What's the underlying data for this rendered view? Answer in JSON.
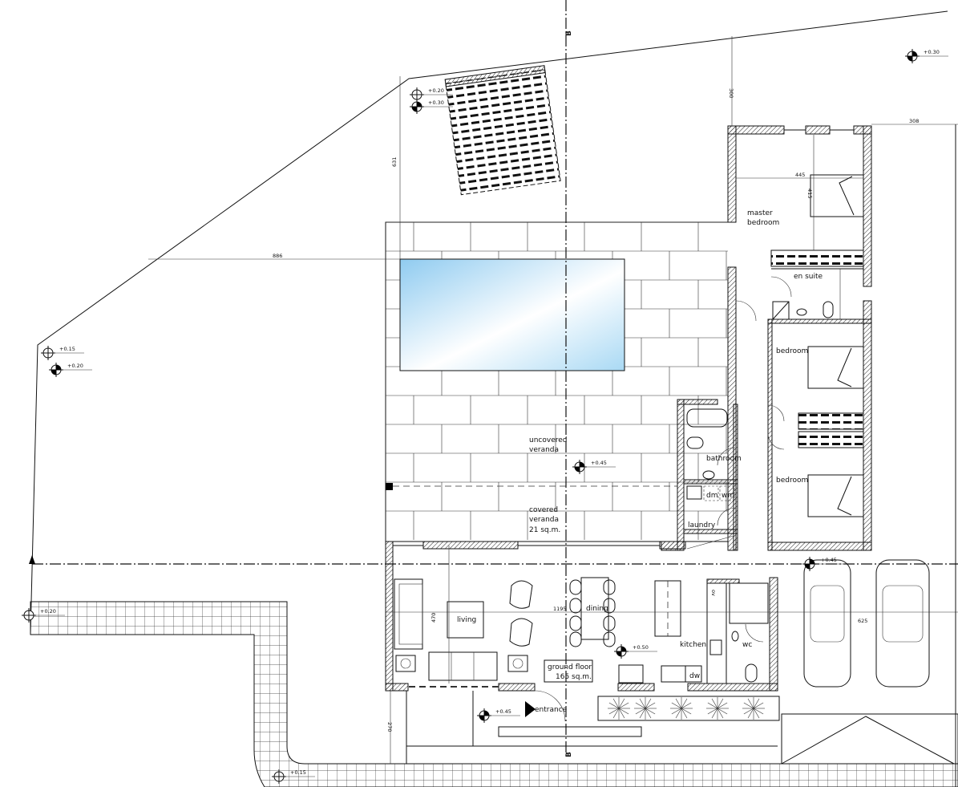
{
  "drawing": {
    "section_marker": "B",
    "rooms": {
      "master_bedroom_1": "master",
      "master_bedroom_2": "bedroom",
      "en_suite": "en suite",
      "bedroom_1": "bedroom",
      "bedroom_2": "bedroom",
      "bathroom": "bathroom",
      "dm": "dm",
      "wm": "wm",
      "laundry": "laundry",
      "uncovered_1": "uncovered",
      "uncovered_2": "veranda",
      "covered_1": "covered",
      "covered_2": "veranda",
      "covered_3": "21  sq.m.",
      "living": "living",
      "dining": "dining",
      "kitchen": "kitchen",
      "wc": "wc",
      "dw": "dw",
      "ov": "ov",
      "ground_floor_1": "ground  floor",
      "ground_floor_2": "165  sq.m.",
      "entrance": "entrance"
    },
    "levels": [
      "+0.20",
      "+0.30",
      "+0.30",
      "+0.15",
      "+0.20",
      "+0.45",
      "+0.45",
      "+0.50",
      "+0.45",
      "+0.20",
      "+0.15"
    ],
    "dimensions": [
      "300",
      "308",
      "445",
      "415",
      "631",
      "886",
      "1195",
      "470",
      "625",
      "270"
    ],
    "colors": {
      "pool_top": "#9fd4f2",
      "pool_bottom": "#ffffff",
      "line": "#111111"
    }
  }
}
